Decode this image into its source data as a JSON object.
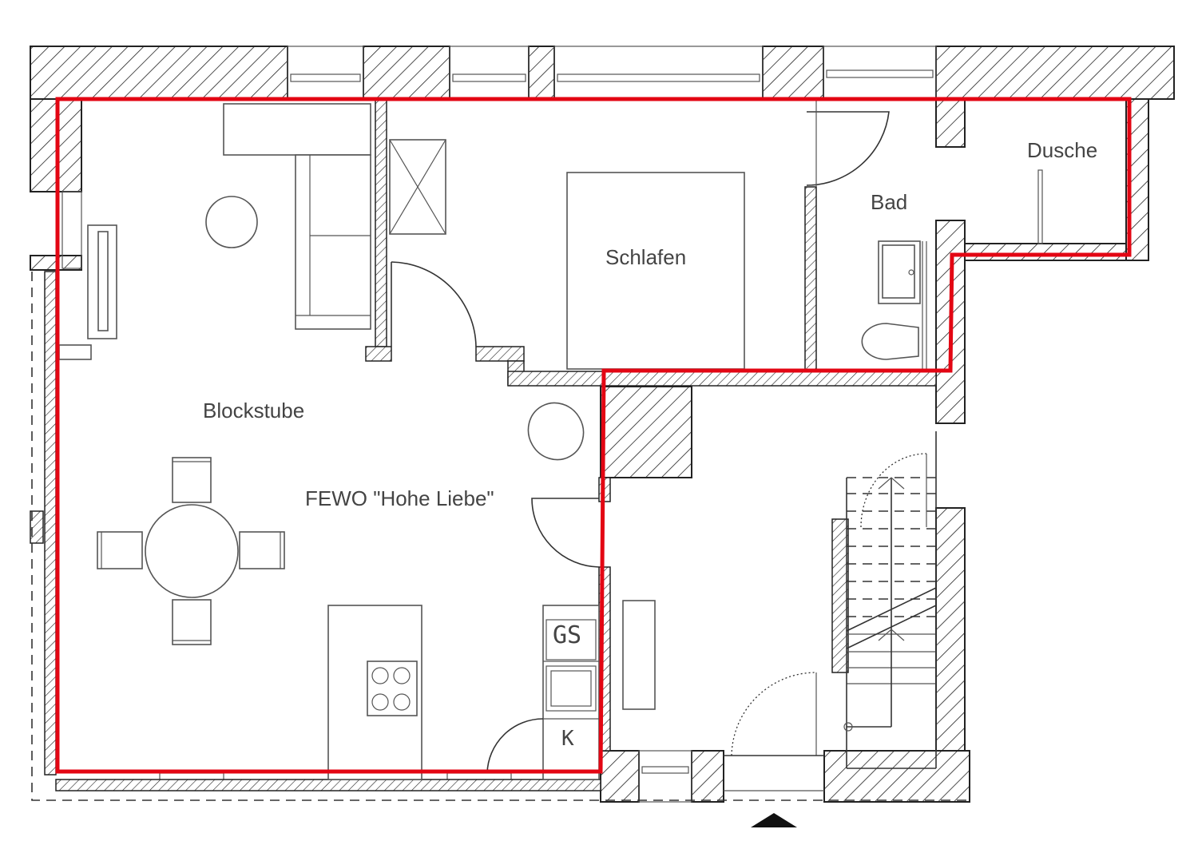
{
  "plan": {
    "title": "FEWO \"Hohe Liebe\"",
    "highlight_color": "#e30613",
    "wall_color": "#222222",
    "rooms": [
      {
        "id": "blockstube",
        "label": "Blockstube"
      },
      {
        "id": "schlafen",
        "label": "Schlafen"
      },
      {
        "id": "bad",
        "label": "Bad"
      },
      {
        "id": "dusche",
        "label": "Dusche"
      }
    ],
    "symbols": {
      "appliance_gs": "GS",
      "appliance_k": "K"
    },
    "entrance_marker": "entrance-arrow"
  }
}
